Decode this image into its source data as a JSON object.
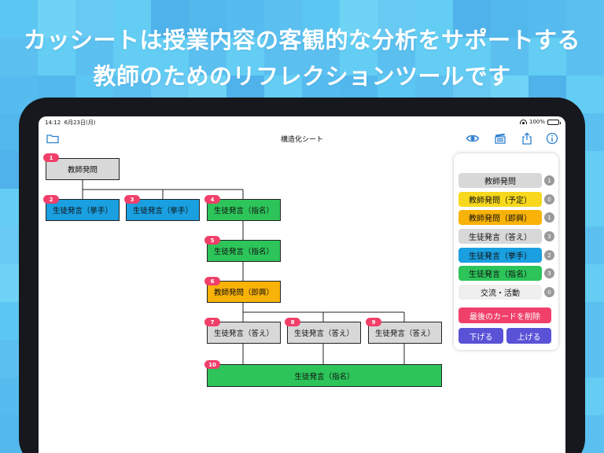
{
  "headline": {
    "line1": "カッシートは授業内容の客観的な分析をサポートする",
    "line2": "教師のためのリフレクションツールです"
  },
  "status_bar": {
    "time": "14:12",
    "date": "6月23日(月)",
    "battery": "100%",
    "battery_level": 1.0
  },
  "nav": {
    "title": "構造化シート",
    "icons": [
      "folder-icon",
      "eye-icon",
      "clapperboard-icon",
      "share-icon",
      "info-icon"
    ]
  },
  "colors": {
    "blue": "#1a9fe0",
    "green": "#2dc45a",
    "grey": "#d8d8d8",
    "orange": "#f9b208",
    "badge": "#f0406a",
    "delete": "#f0406a",
    "move": "#5a52d6",
    "accent": "#2b7fd0"
  },
  "cards": [
    {
      "number": "1",
      "label": "教師発問",
      "color": "grey"
    },
    {
      "number": "2",
      "label": "生徒発言（挙手）",
      "color": "blue"
    },
    {
      "number": "3",
      "label": "生徒発言（挙手）",
      "color": "blue"
    },
    {
      "number": "4",
      "label": "生徒発言（指名）",
      "color": "green"
    },
    {
      "number": "5",
      "label": "生徒発言（指名）",
      "color": "green"
    },
    {
      "number": "6",
      "label": "教師発問（即興）",
      "color": "orange"
    },
    {
      "number": "7",
      "label": "生徒発言（答え）",
      "color": "grey"
    },
    {
      "number": "8",
      "label": "生徒発言（答え）",
      "color": "grey"
    },
    {
      "number": "9",
      "label": "生徒発言（答え）",
      "color": "grey"
    },
    {
      "number": "10",
      "label": "生徒発言（指名）",
      "color": "green"
    }
  ],
  "panel": {
    "categories": [
      {
        "label": "教師発問",
        "count": "1",
        "color": "#d8d8d8"
      },
      {
        "label": "教師発問（予定）",
        "count": "0",
        "color": "#f7d81c"
      },
      {
        "label": "教師発問（即興）",
        "count": "1",
        "color": "#f9b208"
      },
      {
        "label": "生徒発言（答え）",
        "count": "3",
        "color": "#d8d8d8"
      },
      {
        "label": "生徒発言（挙手）",
        "count": "2",
        "color": "#1a9fe0"
      },
      {
        "label": "生徒発言（指名）",
        "count": "3",
        "color": "#2dc45a"
      },
      {
        "label": "交流・活動",
        "count": "0",
        "color": "#efefef"
      }
    ],
    "delete_label": "最後のカードを削除",
    "down_label": "下げる",
    "up_label": "上げる"
  }
}
